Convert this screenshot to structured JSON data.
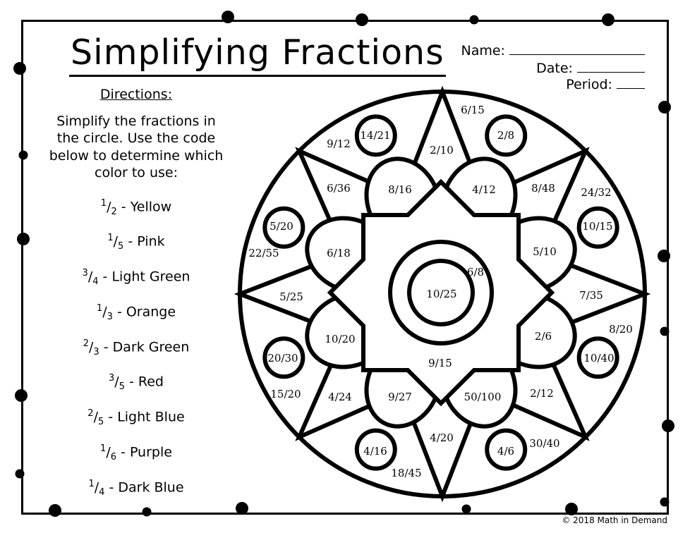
{
  "title": "Simplifying Fractions",
  "header": {
    "name_label": "Name:",
    "date_label": "Date:",
    "period_label": "Period:"
  },
  "directions": {
    "heading": "Directions:",
    "text": "Simplify the fractions in the circle. Use the code below to determine which color to use:"
  },
  "color_code": [
    {
      "num": "1",
      "den": "2",
      "color": "Yellow"
    },
    {
      "num": "1",
      "den": "5",
      "color": "Pink"
    },
    {
      "num": "3",
      "den": "4",
      "color": "Light Green"
    },
    {
      "num": "1",
      "den": "3",
      "color": "Orange"
    },
    {
      "num": "2",
      "den": "3",
      "color": "Dark Green"
    },
    {
      "num": "3",
      "den": "5",
      "color": "Red"
    },
    {
      "num": "2",
      "den": "5",
      "color": "Light Blue"
    },
    {
      "num": "1",
      "den": "6",
      "color": "Purple"
    },
    {
      "num": "1",
      "den": "4",
      "color": "Dark Blue"
    }
  ],
  "fractions": [
    "6/15",
    "14/21",
    "2/8",
    "9/12",
    "2/10",
    "8/16",
    "4/12",
    "6/36",
    "8/48",
    "24/32",
    "5/20",
    "10/15",
    "22/55",
    "6/18",
    "5/10",
    "6/8",
    "10/25",
    "5/25",
    "7/35",
    "8/20",
    "10/20",
    "2/6",
    "20/30",
    "10/40",
    "9/15",
    "15/20",
    "4/24",
    "9/27",
    "50/100",
    "2/12",
    "4/20",
    "4/16",
    "4/6",
    "30/40",
    "18/45"
  ],
  "copyright": "© 2018 Math in Demand"
}
